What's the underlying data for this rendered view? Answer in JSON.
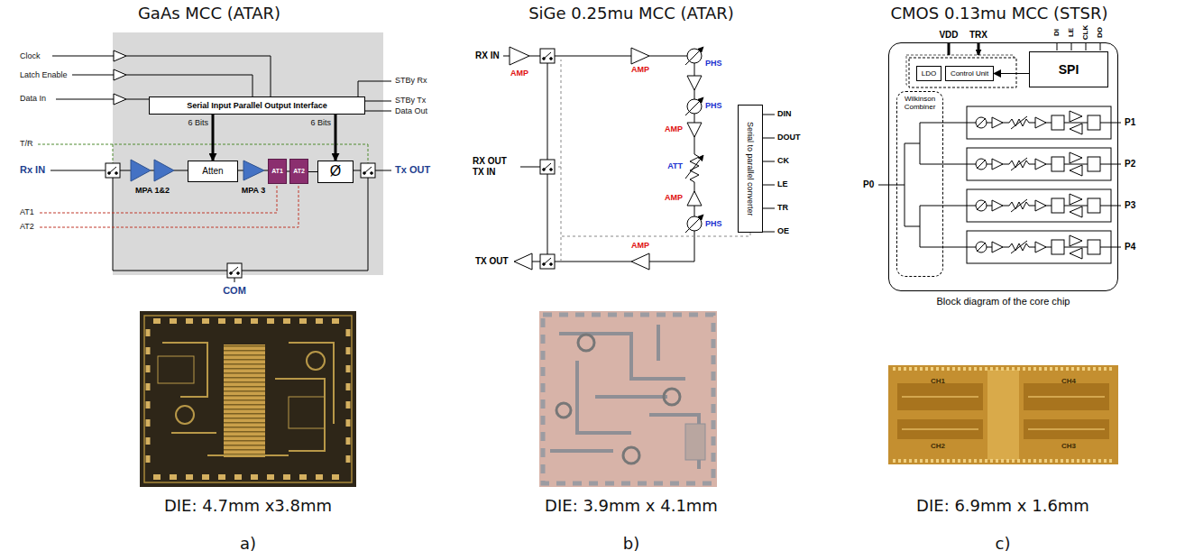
{
  "diagram": {
    "nodes": [
      {
        "text": [
          "Serial Input Parallel Output Interface"
        ]
      },
      {
        "text": [
          "Atten"
        ]
      },
      {
        "text": [
          "AT1"
        ]
      },
      {
        "text": [
          "AT2"
        ]
      },
      {
        "text": [
          "Ø"
        ]
      },
      {
        "text": [
          "Serial to parallel converter"
        ]
      },
      {
        "text": [
          "Block diagram of the core chip"
        ]
      },
      {
        "text": [
          "LDO"
        ],
        "in": 6
      },
      {
        "text": [
          "Control Unit"
        ],
        "in": 6
      },
      {
        "text": [
          "SPI"
        ],
        "in": 6
      },
      {
        "text": [
          "Wilkinson Combiner"
        ],
        "in": 6
      }
    ],
    "edges": [
      {
        "from": 0,
        "to": 1,
        "arrow": "to",
        "label": "6 Bits"
      },
      {
        "from": 0,
        "to": 4,
        "arrow": "to",
        "label": "6 Bits"
      },
      {
        "from": 2,
        "to": 3,
        "arrow": "none"
      },
      {
        "from": 3,
        "to": 4,
        "arrow": "none"
      },
      {
        "from": 9,
        "to": 8,
        "arrow": "to"
      }
    ],
    "labels": [
      "GaAs MCC (ATAR)",
      "SiGe 0.25mu MCC (ATAR)",
      "CMOS 0.13mu MCC (STSR)",
      "Clock",
      "Latch Enable",
      "Data In",
      "T/R",
      "Rx IN",
      "AT1",
      "AT2",
      "STBy Rx",
      "STBy Tx",
      "Data Out",
      "Tx OUT",
      "MPA 1&2",
      "MPA 3",
      "COM",
      "DIE: 4.7mm x3.8mm",
      "a)",
      "RX IN",
      "AMP",
      "AMP",
      "PHS",
      "AMP",
      "PHS",
      "ATT",
      "AMP",
      "PHS",
      "AMP",
      "RX OUT TX IN",
      "TX OUT",
      "DIN",
      "DOUT",
      "CK",
      "LE",
      "TR",
      "OE",
      "DIE: 3.9mm x 4.1mm",
      "b)",
      "VDD",
      "TRX",
      "DI",
      "LE",
      "CLK",
      "DO",
      "P0",
      "P1",
      "P2",
      "P3",
      "P4",
      "CH1",
      "CH4",
      "CH2",
      "CH3",
      "DIE: 6.9mm x 1.6mm",
      "c)"
    ]
  }
}
